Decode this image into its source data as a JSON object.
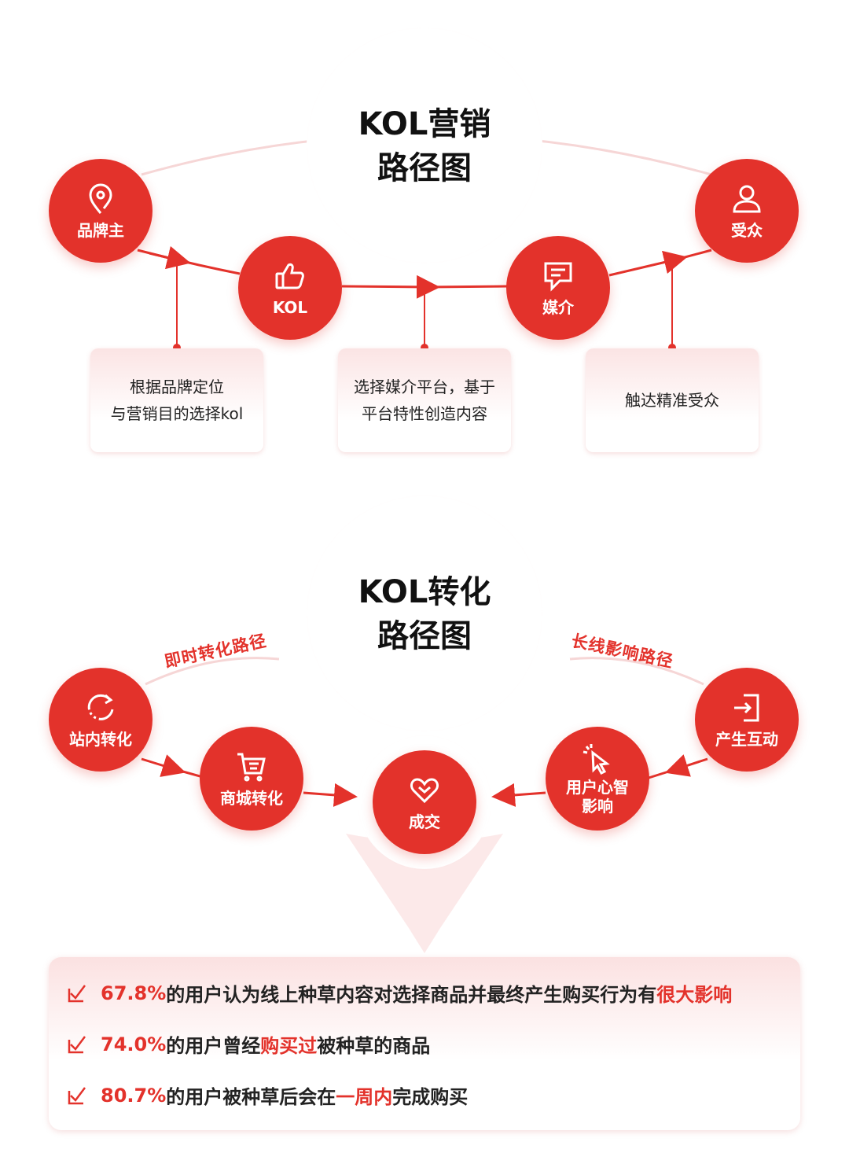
{
  "colors": {
    "accent": "#e3322b",
    "text": "#111111"
  },
  "marketing": {
    "title_line1": "KOL营销",
    "title_line2": "路径图",
    "nodes": [
      {
        "label": "品牌主",
        "icon": "location-pin-icon"
      },
      {
        "label": "KOL",
        "icon": "thumbs-up-icon"
      },
      {
        "label": "媒介",
        "icon": "chat-bubble-icon"
      },
      {
        "label": "受众",
        "icon": "user-icon"
      }
    ],
    "boxes": [
      {
        "line1": "根据品牌定位",
        "line2": "与营销目的选择kol"
      },
      {
        "line1": "选择媒介平台，基于",
        "line2": "平台特性创造内容"
      },
      {
        "line1": "触达精准受众"
      }
    ]
  },
  "conversion": {
    "title_line1": "KOL转化",
    "title_line2": "路径图",
    "left_path": "即时转化路径",
    "right_path": "长线影响路径",
    "nodes": [
      {
        "label": "站内转化",
        "icon": "refresh-icon"
      },
      {
        "label": "商城转化",
        "icon": "cart-icon"
      },
      {
        "label": "成交",
        "icon": "heart-icon"
      },
      {
        "label": "用户心智影响",
        "label1": "用户心智",
        "label2": "影响",
        "icon": "cursor-click-icon"
      },
      {
        "label": "产生互动",
        "icon": "login-icon"
      }
    ]
  },
  "stats": [
    {
      "pct": "67.8%",
      "pre": "的用户认为线上种草内容对选择商品并最终产生购买行为有",
      "hl": "很大影响",
      "post": ""
    },
    {
      "pct": "74.0%",
      "pre": "的用户曾经",
      "hl": "购买过",
      "post": "被种草的商品"
    },
    {
      "pct": "80.7%",
      "pre": "的用户被种草后会在",
      "hl": "一周内",
      "post": "完成购买"
    }
  ]
}
